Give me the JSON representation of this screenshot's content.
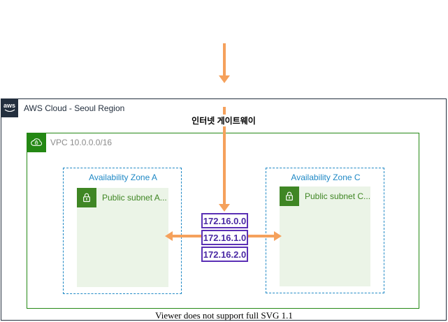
{
  "aws_cloud": {
    "logo_text": "aws",
    "title": "AWS Cloud - Seoul Region"
  },
  "internet_gateway": {
    "label": "인터넷 게이트웨이"
  },
  "vpc": {
    "label": "VPC 10.0.0.0/16"
  },
  "zones": [
    {
      "label": "Availability Zone A",
      "subnet_label": "Public subnet A..."
    },
    {
      "label": "Availability Zone C",
      "subnet_label": "Public subnet C..."
    }
  ],
  "ip_list": [
    "172.16.0.0",
    "172.16.1.0",
    "172.16.2.0"
  ],
  "footer": "Viewer does not support full SVG 1.1",
  "colors": {
    "arrow_orange": "#F5A15C",
    "aws_dark": "#232F3E",
    "vpc_green": "#248814",
    "subnet_green": "#3F8624",
    "subnet_fill": "#EBF4E7",
    "az_blue": "#1E88C5",
    "ip_purple": "#5B30B5",
    "vpc_label_gray": "#8C8C8C"
  }
}
